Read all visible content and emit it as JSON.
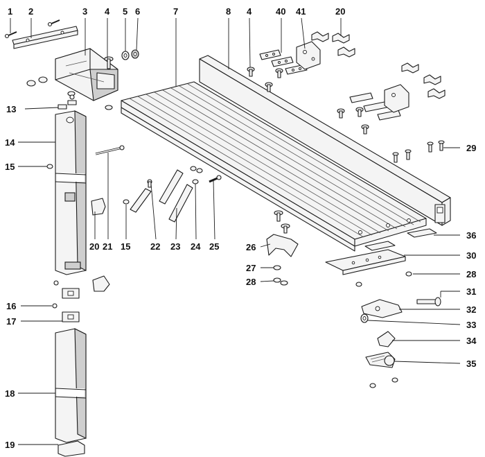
{
  "diagram": {
    "callouts": {
      "c1": "1",
      "c2": "2",
      "c3": "3",
      "c4a": "4",
      "c5": "5",
      "c6": "6",
      "c7": "7",
      "c8": "8",
      "c4b": "4",
      "c40": "40",
      "c41": "41",
      "c20a": "20",
      "c13": "13",
      "c14": "14",
      "c15a": "15",
      "c29": "29",
      "c20b": "20",
      "c15b": "15",
      "c21": "21",
      "c22": "22",
      "c23": "23",
      "c24": "24",
      "c25": "25",
      "c26": "26",
      "c36": "36",
      "c30": "30",
      "c27": "27",
      "c28a": "28",
      "c28b": "28",
      "c16": "16",
      "c17": "17",
      "c31": "31",
      "c32": "32",
      "c33": "33",
      "c34": "34",
      "c35": "35",
      "c18": "18",
      "c19": "19"
    }
  }
}
